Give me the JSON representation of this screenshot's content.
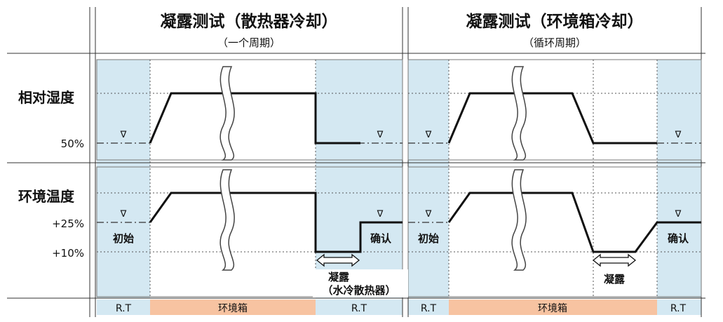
{
  "panels": [
    {
      "title": "凝露测试（散热器冷却）",
      "subtitle": "（一个周期）"
    },
    {
      "title": "凝露测试（环境箱冷却）",
      "subtitle": "（循环周期）"
    }
  ],
  "rows": {
    "humidity": {
      "label": "相对湿度",
      "tick": "50%"
    },
    "temperature": {
      "label": "环境温度",
      "ticks": [
        "+25%",
        "+10%"
      ]
    }
  },
  "marker": "∇",
  "annotations": {
    "initial": "初始",
    "confirm": "确认",
    "condensation": "凝露",
    "water_cooled": "（水冷散热器）"
  },
  "bottom_bar": {
    "left": [
      "R.T",
      "环境箱",
      "R.T"
    ],
    "right": [
      "R.T",
      "环境箱",
      "R.T"
    ]
  },
  "colors": {
    "rt_zone": "#d4e8f2",
    "chamber_zone": "#f7c3a1",
    "line": "#111111"
  }
}
